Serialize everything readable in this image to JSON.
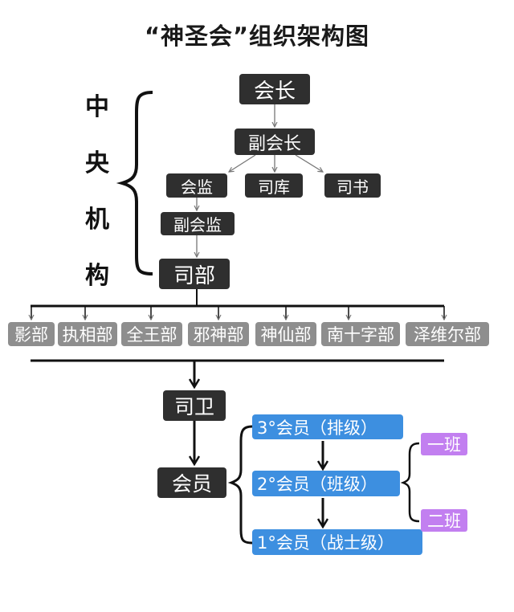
{
  "title": "“神圣会”组织架构图",
  "central_label": [
    "中",
    "央",
    "机",
    "构"
  ],
  "nodes": {
    "president": "会长",
    "vice_president": "副会长",
    "supervisor": "会监",
    "treasurer": "司库",
    "secretary": "司书",
    "vice_supervisor": "副会监",
    "department": "司部"
  },
  "departments": [
    "影部",
    "执相部",
    "全王部",
    "邪神部",
    "神仙部",
    "南十字部",
    "泽维尔部"
  ],
  "guard": "司卫",
  "member": "会员",
  "member_levels": [
    "3°会员（排级）",
    "2°会员（班级）",
    "1°会员（战士级）"
  ],
  "squads": [
    "一班",
    "二班"
  ],
  "colors": {
    "dark_box": "#2f2f2f",
    "department_box": "#8e8e8e",
    "level_box": "#3d8fe0",
    "squad_box": "#c27ff0"
  }
}
